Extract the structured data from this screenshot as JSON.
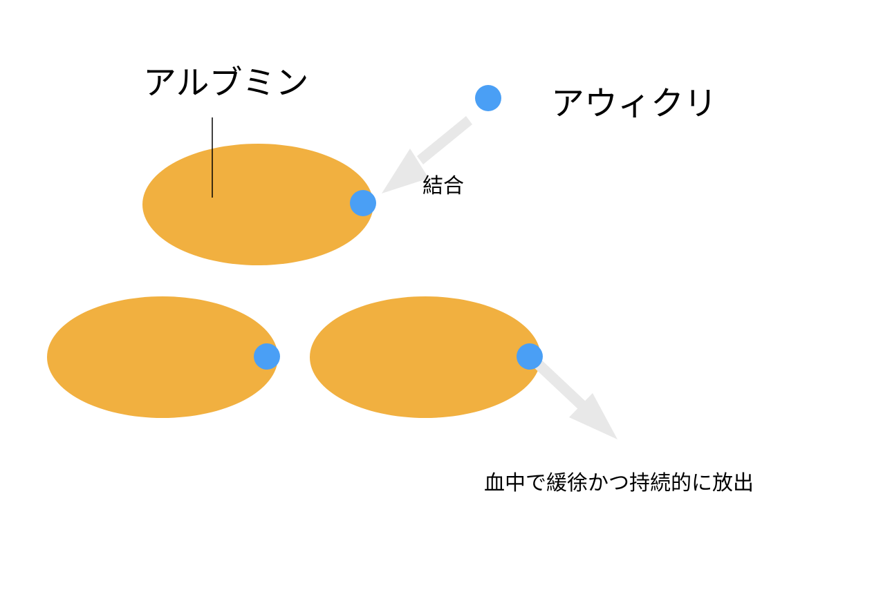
{
  "labels": {
    "albumin": "アルブミン",
    "drug": "アウィクリ",
    "binding": "結合",
    "release": "血中で緩徐かつ持続的に放出"
  },
  "colors": {
    "albumin": "#F1B040",
    "drug": "#4A9FF5",
    "arrow": "#E8E8E8"
  }
}
